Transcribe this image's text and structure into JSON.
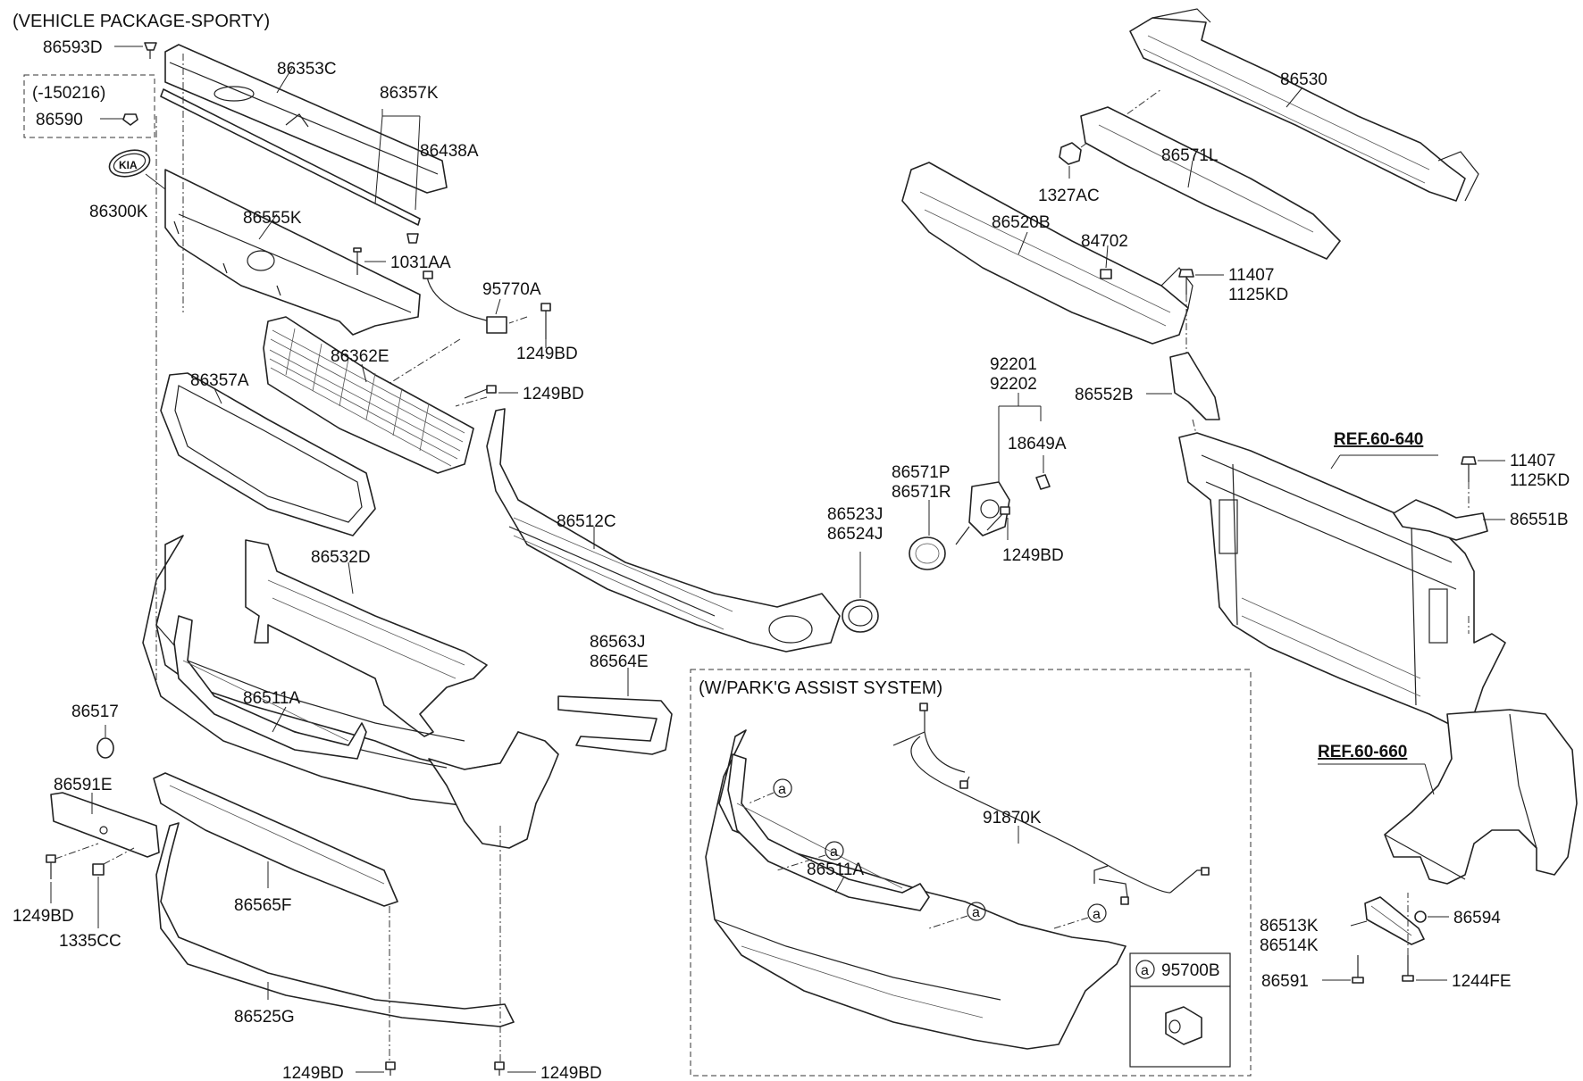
{
  "headers": {
    "vehicle_package": "(VEHICLE PACKAGE-SPORTY)",
    "date_note": "(-150216)",
    "park_assist": "(W/PARK'G ASSIST SYSTEM)"
  },
  "refs": {
    "ref_640": "REF.60-640",
    "ref_660": "REF.60-660"
  },
  "callout": {
    "letter": "a",
    "part": "95700B"
  },
  "labels": {
    "p86593D": "86593D",
    "p86590": "86590",
    "p86353C": "86353C",
    "p86357K": "86357K",
    "p86438A": "86438A",
    "p86300K": "86300K",
    "p86555K": "86555K",
    "p1031AA": "1031AA",
    "p95770A": "95770A",
    "p1249BD_a": "1249BD",
    "p86362E": "86362E",
    "p86357A": "86357A",
    "p1249BD_b": "1249BD",
    "p86512C": "86512C",
    "p86532D": "86532D",
    "p86511A": "86511A",
    "p86517": "86517",
    "p86591E": "86591E",
    "p1249BD_c": "1249BD",
    "p1335CC": "1335CC",
    "p86565F": "86565F",
    "p86525G": "86525G",
    "p1249BD_d": "1249BD",
    "p1249BD_e": "1249BD",
    "p86563J": "86563J",
    "p86564E": "86564E",
    "p86530": "86530",
    "p1327AC": "1327AC",
    "p86571L": "86571L",
    "p86520B": "86520B",
    "p84702": "84702",
    "p11407_a": "11407",
    "p1125KD_a": "1125KD",
    "p86552B": "86552B",
    "p92201": "92201",
    "p92202": "92202",
    "p18649A": "18649A",
    "p86571P": "86571P",
    "p86571R": "86571R",
    "p86523J": "86523J",
    "p86524J": "86524J",
    "p1249BD_f": "1249BD",
    "p11407_b": "11407",
    "p1125KD_b": "1125KD",
    "p86551B": "86551B",
    "p91870K": "91870K",
    "p86511A_b": "86511A",
    "p86513K": "86513K",
    "p86514K": "86514K",
    "p86594": "86594",
    "p86591": "86591",
    "p1244FE": "1244FE"
  }
}
